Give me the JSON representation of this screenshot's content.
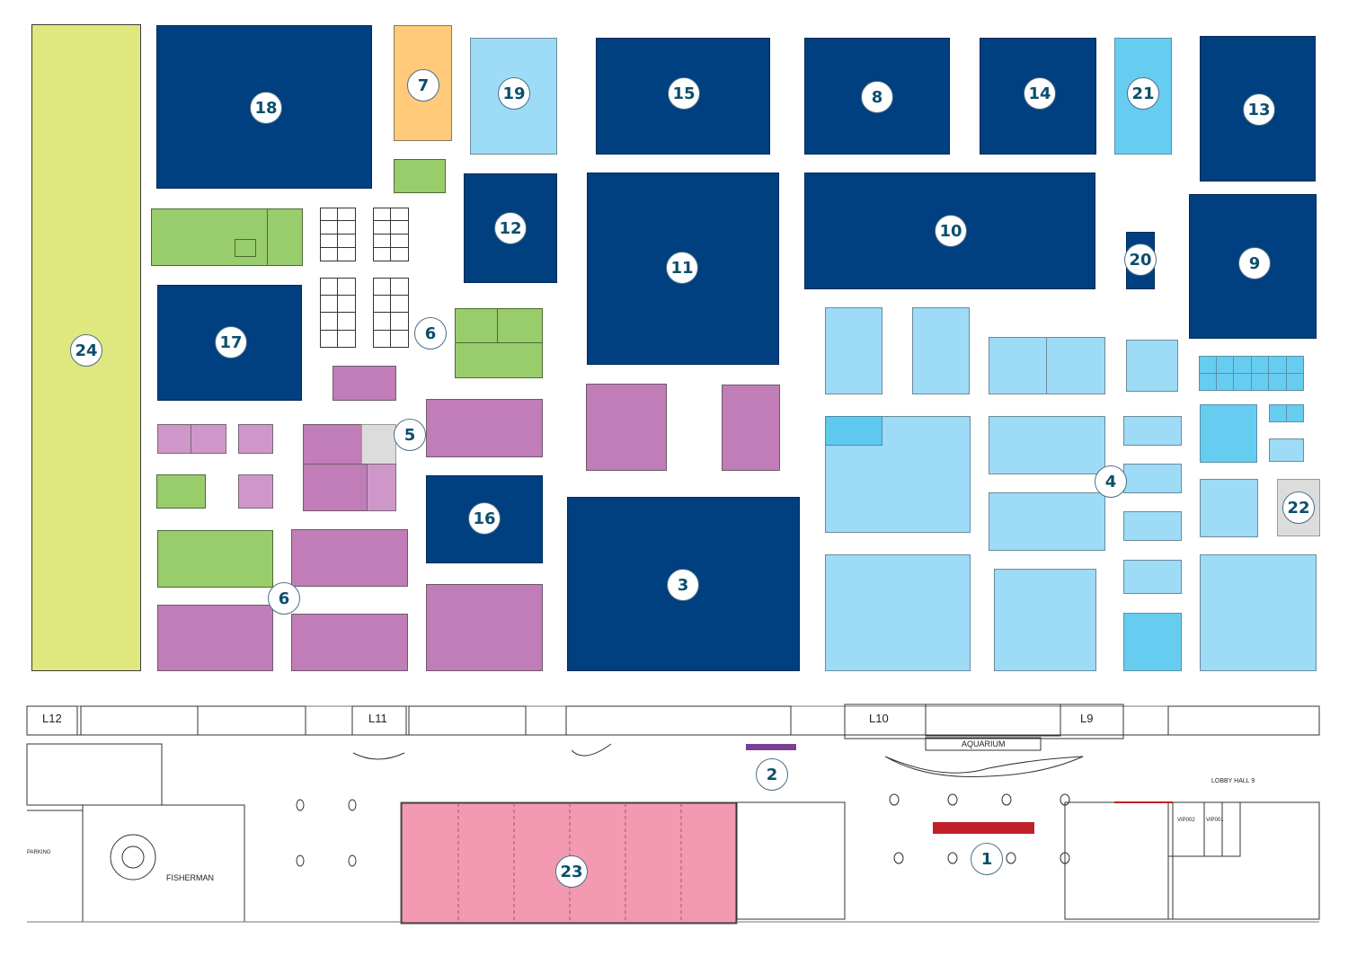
{
  "map": {
    "halls": [
      {
        "id": "1",
        "label": "1"
      },
      {
        "id": "2",
        "label": "2"
      },
      {
        "id": "3",
        "label": "3"
      },
      {
        "id": "4",
        "label": "4"
      },
      {
        "id": "5",
        "label": "5"
      },
      {
        "id": "6a",
        "label": "6"
      },
      {
        "id": "6b",
        "label": "6"
      },
      {
        "id": "7",
        "label": "7"
      },
      {
        "id": "8",
        "label": "8"
      },
      {
        "id": "9",
        "label": "9"
      },
      {
        "id": "10",
        "label": "10"
      },
      {
        "id": "11",
        "label": "11"
      },
      {
        "id": "12",
        "label": "12"
      },
      {
        "id": "13",
        "label": "13"
      },
      {
        "id": "14",
        "label": "14"
      },
      {
        "id": "15",
        "label": "15"
      },
      {
        "id": "16",
        "label": "16"
      },
      {
        "id": "17",
        "label": "17"
      },
      {
        "id": "18",
        "label": "18"
      },
      {
        "id": "19",
        "label": "19"
      },
      {
        "id": "20",
        "label": "20"
      },
      {
        "id": "21",
        "label": "21"
      },
      {
        "id": "22",
        "label": "22"
      },
      {
        "id": "23",
        "label": "23"
      },
      {
        "id": "24",
        "label": "24"
      }
    ],
    "floorplan_labels": {
      "l12": "L12",
      "l11": "L11",
      "l10": "L10",
      "l9": "L9",
      "aquarium": "AQUARIUM",
      "lobby": "LOBBY HALL 9",
      "fisherman": "FISHERMAN",
      "parking": "PARKING",
      "vip2": "VIP002",
      "vip1": "VIP001"
    },
    "colors": {
      "navy": "#003f80",
      "light_blue": "#9ddbf6",
      "purple": "#c07db7",
      "green": "#99cc6b",
      "yellow": "#dfe87f",
      "orange": "#ffca7a",
      "pink": "#f399b1",
      "red": "#c0202a"
    }
  }
}
